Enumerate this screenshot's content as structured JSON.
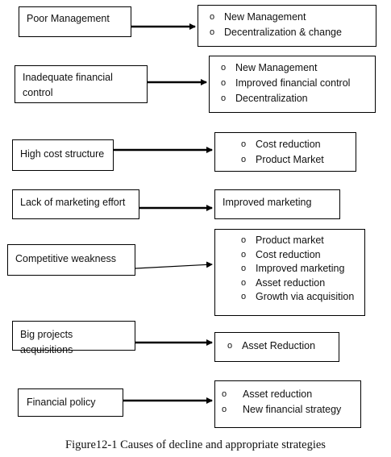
{
  "rows": [
    {
      "cause": "Poor Management",
      "strategies": [
        "New Management",
        "Decentralization & change"
      ]
    },
    {
      "cause": "Inadequate financial control",
      "strategies": [
        "New Management",
        "Improved financial control",
        "Decentralization"
      ]
    },
    {
      "cause": "High cost structure",
      "strategies": [
        "Cost reduction",
        "Product Market"
      ]
    },
    {
      "cause": "Lack of marketing effort",
      "strategy_text": "Improved marketing"
    },
    {
      "cause": "Competitive weakness",
      "strategies": [
        "Product market",
        "Cost reduction",
        "Improved marketing",
        "Asset reduction",
        "Growth via acquisition"
      ]
    },
    {
      "cause": "Big projects acquisitions",
      "strategies": [
        "Asset Reduction"
      ]
    },
    {
      "cause": "Financial policy",
      "strategies": [
        "Asset reduction",
        "New financial strategy"
      ]
    }
  ],
  "bullet_symbol": "o",
  "caption": "Figure12-1 Causes of decline and appropriate strategies"
}
